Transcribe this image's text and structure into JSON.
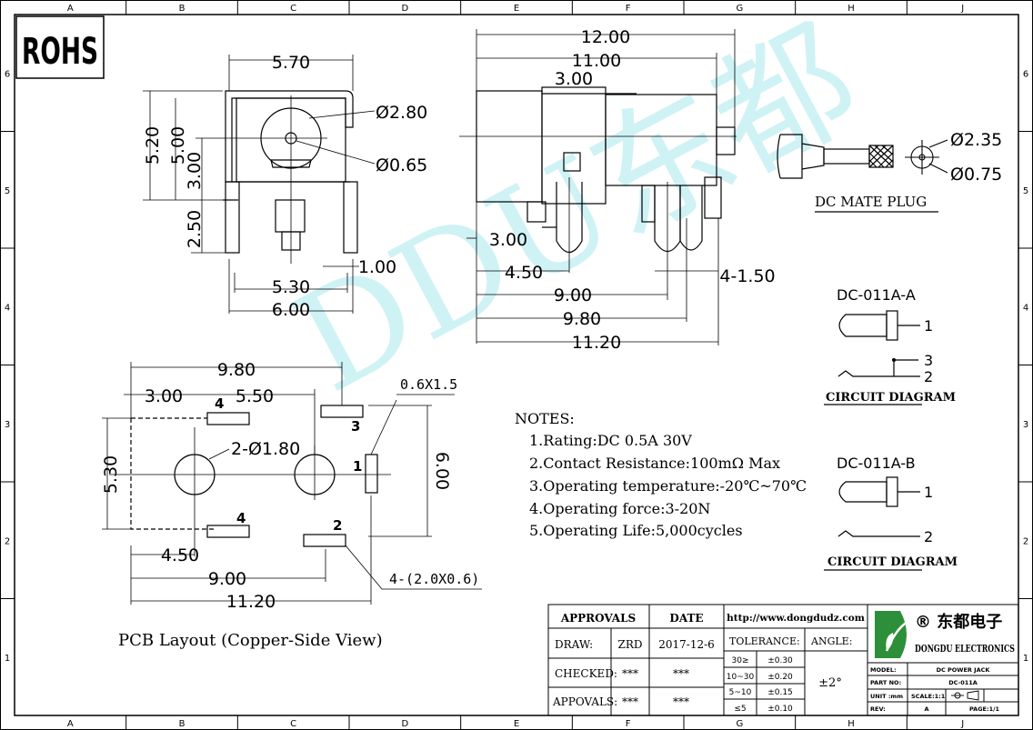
{
  "border": {
    "cols": [
      "A",
      "B",
      "C",
      "D",
      "E",
      "F",
      "G",
      "H",
      "J"
    ],
    "rows": [
      "6",
      "5",
      "4",
      "3",
      "2",
      "1"
    ]
  },
  "rohs": "ROHS",
  "watermark": "DDU东都",
  "front_view": {
    "dims": [
      "5.70",
      "5.20",
      "5.00",
      "3.00",
      "2.50",
      "5.30",
      "6.00",
      "1.00"
    ],
    "diam_outer": "Ø2.80",
    "diam_inner": "Ø0.65"
  },
  "side_view": {
    "dims": [
      "12.00",
      "11.00",
      "3.00",
      "3.00",
      "4.50",
      "4-1.50",
      "9.00",
      "9.80",
      "11.20"
    ]
  },
  "plug": {
    "d1": "Ø2.35",
    "d2": "Ø0.75",
    "title": "DC MATE PLUG"
  },
  "circuit_a": {
    "title": "DC-011A-A",
    "pins": [
      "1",
      "3",
      "2"
    ],
    "caption": "CIRCUIT DIAGRAM"
  },
  "circuit_b": {
    "title": "DC-011A-B",
    "pins": [
      "1",
      "2"
    ],
    "caption": "CIRCUIT DIAGRAM"
  },
  "pcb": {
    "dims": [
      "9.80",
      "3.00",
      "5.50",
      "5.30",
      "6.00",
      "4.50",
      "9.00",
      "11.20"
    ],
    "pad_label": "0.6X1.5",
    "hole_label": "2-Ø1.80",
    "slot_label": "4-(2.0X0.6)",
    "pins": [
      "4",
      "3",
      "1",
      "4",
      "2"
    ],
    "caption": "PCB Layout (Copper-Side View)"
  },
  "notes": {
    "heading": "NOTES:",
    "items": [
      "1.Rating:DC 0.5A 30V",
      "2.Contact Resistance:100mΩ Max",
      "3.Operating temperature:-20℃~70℃",
      "4.Operating force:3-20N",
      "5.Operating Life:5,000cycles"
    ]
  },
  "title_block": {
    "approvals": "APPROVALS",
    "date": "DATE",
    "url": "http://www.dongdudz.com",
    "draw_label": "DRAW:",
    "draw_name": "ZRD",
    "draw_date": "2017-12-6",
    "checked_label": "CHECKED:",
    "checked_name": "***",
    "checked_date": "***",
    "appovals_label": "APPOVALS:",
    "appovals_name": "***",
    "appovals_date": "***",
    "tolerance": "TOLERANCE:",
    "angle": "ANGLE:",
    "angle_value": "±2°",
    "tol_rows": [
      [
        "30≥",
        "±0.30"
      ],
      [
        "10~30",
        "±0.20"
      ],
      [
        "5~10",
        "±0.15"
      ],
      [
        "≤5",
        "±0.10"
      ]
    ],
    "brand_cn": "® 东都电子",
    "brand_en": "DONGDU ELECTRONICS",
    "model_label": "MODEL:",
    "model": "DC POWER JACK",
    "part_label": "PART NO:",
    "part": "DC-011A",
    "unit_label": "UNIT :mm",
    "scale": "SCALE:1:1",
    "rev_label": "REV:",
    "rev": "A",
    "page": "PAGE:1/1"
  }
}
